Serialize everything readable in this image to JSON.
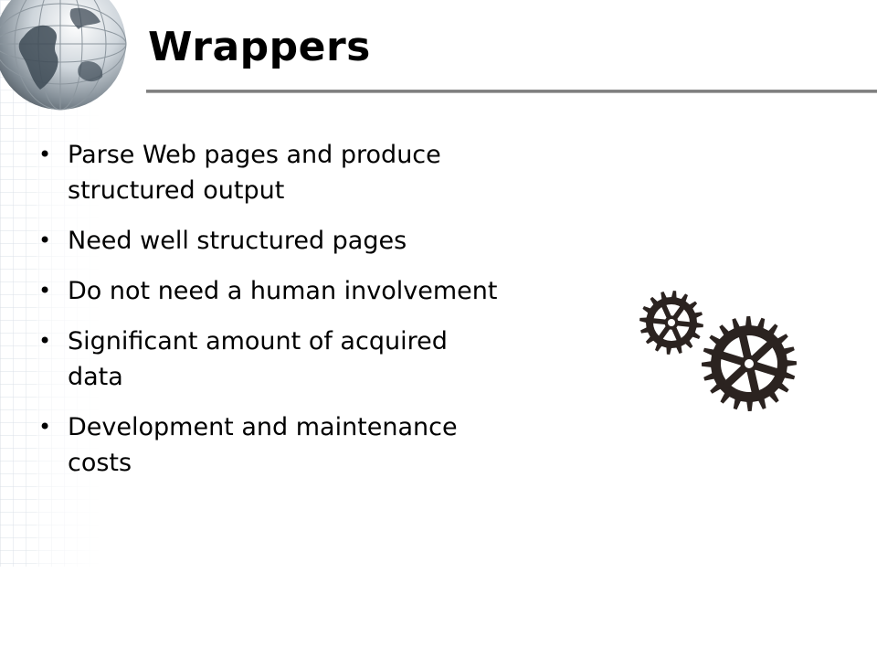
{
  "slide": {
    "title": "Wrappers",
    "bullets": [
      "Parse Web pages and produce structured output",
      "Need well structured pages",
      "Do not need a human involvement",
      "Significant amount of acquired data",
      "Development and maintenance costs"
    ],
    "bullet_symbol": "•"
  },
  "decor": {
    "globe_icon": "globe-icon",
    "gears_icon": "gears-icon",
    "gear_color": "#2b2320",
    "grid_color": "#c8d2dc"
  }
}
